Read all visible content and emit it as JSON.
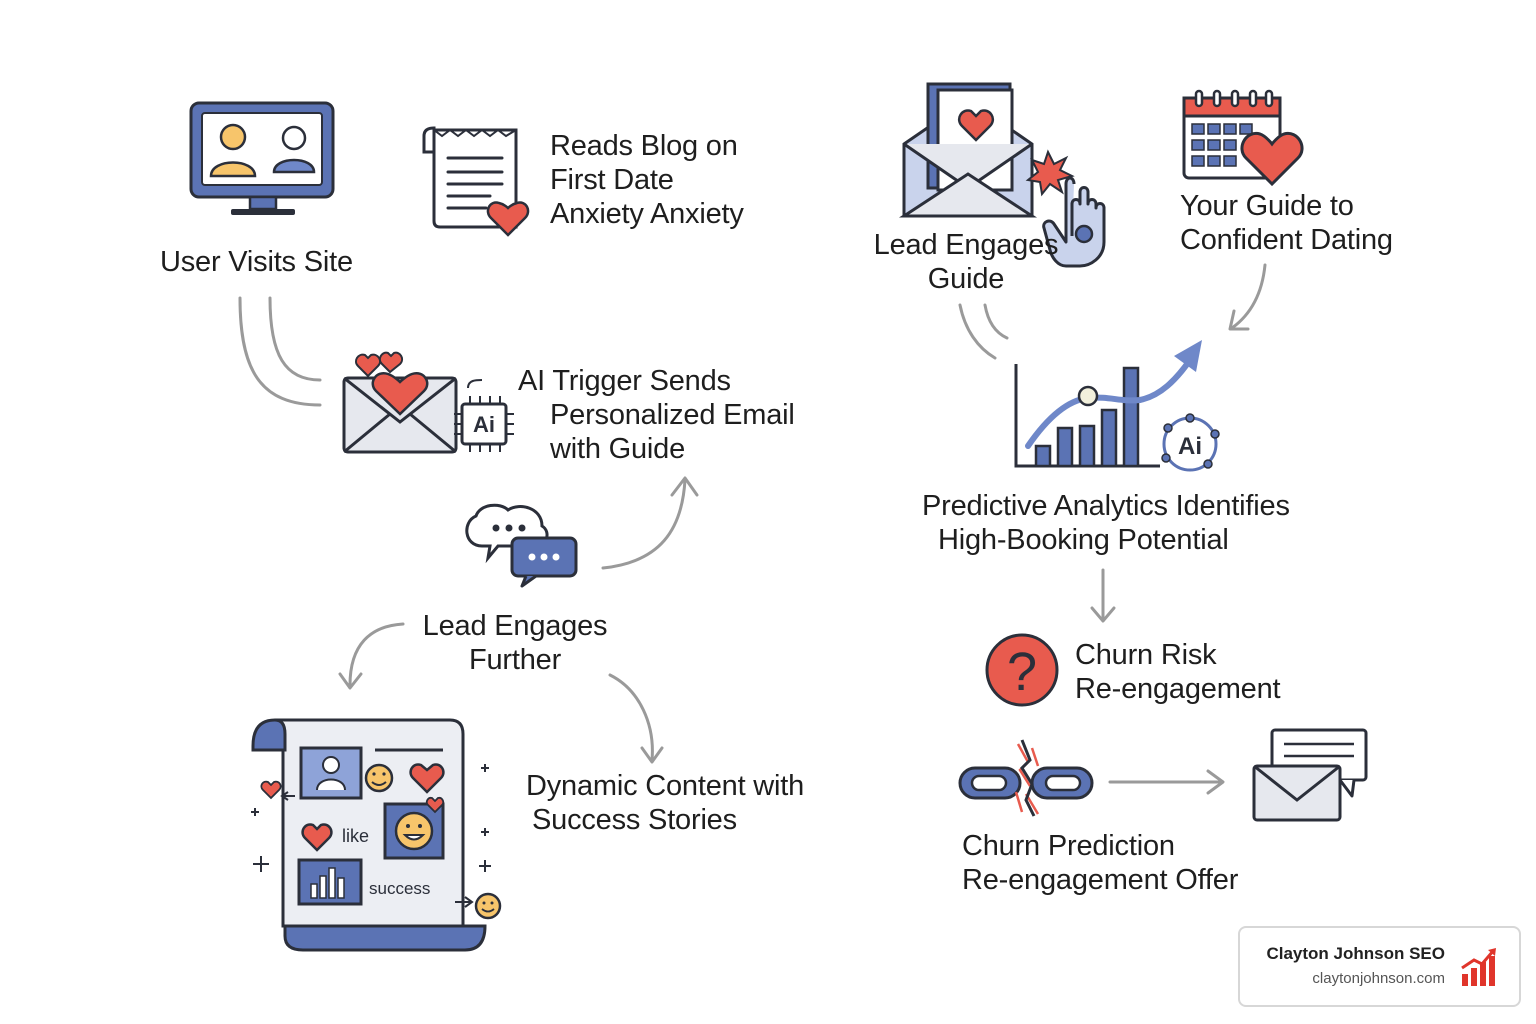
{
  "colors": {
    "blue": "#5b73b4",
    "light_blue": "#c9d3ec",
    "red": "#e85b4e",
    "yellow": "#f7c56b",
    "outline": "#2b2f3a",
    "arrow": "#8c8c8c"
  },
  "steps": {
    "user_visits": {
      "lines": [
        "User Visits Site"
      ],
      "icon": "computer-monitor-icon"
    },
    "reads_blog": {
      "lines": [
        "Reads Blog on",
        "First Date",
        "Anxiety Anxiety"
      ],
      "icon": "blog-document-icon"
    },
    "ai_trigger": {
      "lines": [
        "AI Trigger Sends",
        "Personalized Email",
        "with Guide"
      ],
      "icon": "ai-email-icon",
      "chip_text": "Ai"
    },
    "lead_engages_further": {
      "lines": [
        "Lead Engages",
        "Further"
      ],
      "icon": "chat-bubbles-icon"
    },
    "dynamic_content": {
      "lines": [
        "Dynamic Content with",
        "Success Stories"
      ],
      "icon": "content-scroll-icon",
      "like_text": "like",
      "success_text": "success"
    },
    "lead_engages_guide": {
      "lines": [
        "Lead Engages",
        "Guide"
      ],
      "icon": "open-email-click-icon"
    },
    "your_guide": {
      "lines": [
        "Your Guide to",
        "Confident Dating"
      ],
      "icon": "calendar-heart-icon"
    },
    "predictive": {
      "lines": [
        "Predictive Analytics Identifies",
        "High-Booking Potential"
      ],
      "icon": "analytics-chart-icon",
      "chip_text": "Ai"
    },
    "churn_risk": {
      "lines": [
        "Churn Risk",
        "Re-engagement"
      ],
      "icon": "question-circle-icon",
      "symbol": "?"
    },
    "churn_prediction": {
      "lines": [
        "Churn Prediction",
        "Re-engagement Offer"
      ],
      "icon": "broken-chain-icon",
      "target_icon": "email-message-icon"
    }
  },
  "badge": {
    "name": "Clayton Johnson SEO",
    "url": "claytonjohnson.com",
    "icon": "bar-chart-logo-icon"
  }
}
